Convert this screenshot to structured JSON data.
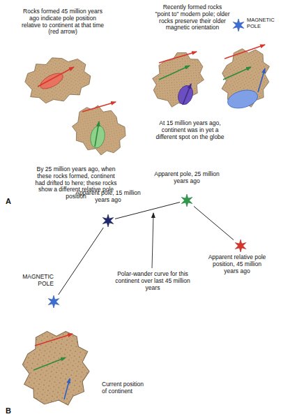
{
  "diagram": {
    "nodes": [
      {
        "text": [
          "MAGNETIC POLE"
        ]
      },
      {
        "text": [
          "Apparent pole, 25 million years ago"
        ]
      },
      {
        "text": [
          "Apparent pole, 15 million years ago"
        ]
      },
      {
        "text": [
          "Apparent relative pole position, 45 million years ago"
        ]
      },
      {
        "text": [
          "MAGNETIC POLE"
        ]
      }
    ],
    "edges": [
      {
        "from": 4,
        "to": 2,
        "arrow": "none"
      },
      {
        "from": 2,
        "to": 1,
        "arrow": "none"
      },
      {
        "from": 1,
        "to": 3,
        "arrow": "none"
      }
    ],
    "labels": [
      "Rocks formed 45 million years ago indicate pole position relative to continent at that time (red arrow)",
      "Recently formed rocks \"point to\" modern pole; older rocks preserve their older magnetic orientation",
      "At 15 million years ago, continent was in yet a different spot on the globe",
      "By 25 million years ago, when these rocks formed, continent had drifted to here; these rocks show a different relative pole position",
      "A",
      "Polar-wander curve for this continent over last 45 million years",
      "Current position of continent",
      "B"
    ]
  }
}
